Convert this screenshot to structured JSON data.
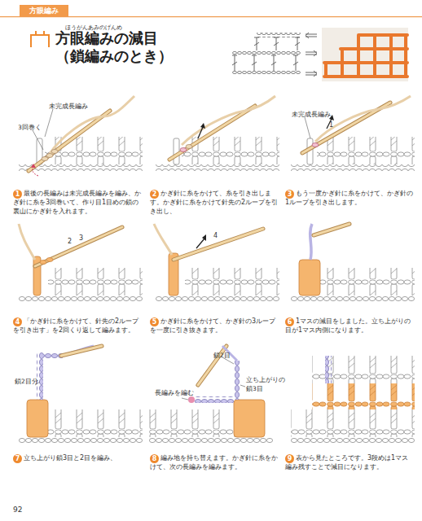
{
  "diagram": {
    "title": "方眼編みの減目 （鎖編みのとき）",
    "nodes": [
      {
        "text": [
          "方眼編み"
        ]
      },
      {
        "text": [
          "1"
        ]
      },
      {
        "text": [
          "2"
        ]
      },
      {
        "text": [
          "3"
        ]
      },
      {
        "text": [
          "4"
        ]
      },
      {
        "text": [
          "5"
        ]
      },
      {
        "text": [
          "6"
        ]
      },
      {
        "text": [
          "7"
        ]
      },
      {
        "text": [
          "8"
        ]
      },
      {
        "text": [
          "9"
        ]
      }
    ],
    "labels": [
      "ほうがんあみのげんめ",
      "未完成長編み",
      "3回巻く",
      "未完成長編み",
      "1",
      "最後の長編みは未完成長編みを編み、かぎ針に糸を3回巻いて、作り目1目めの鎖の裏山にかぎ針を入れます。",
      "かぎ針に糸をかけて、糸を引き出します。かぎ針に糸をかけて針先の2ループを引き出し、",
      "もう一度かぎ針に糸をかけて、かぎ針の1ループを引き出します。",
      "2",
      "3",
      "4",
      "「かぎ針に糸をかけて、針先の2ループを引き出す」を2回くり返して編みます。",
      "かぎ針に糸をかけて、かぎ針の3ループを一度に引き抜きます。",
      "1マスの減目をしました。立ち上がりの目が1マス内側になります。",
      "鎖2目分",
      "鎖2目",
      "長編みを編む",
      "立ち上がりの 鎖3目",
      "立ち上がり鎖3目と2目を編み、",
      "編み地を持ち替えます。かぎ針に糸をかけて、次の長編みを編みます。",
      "表から見たところです。3段めは1マス編み残すことで減目になります。",
      "92"
    ]
  }
}
